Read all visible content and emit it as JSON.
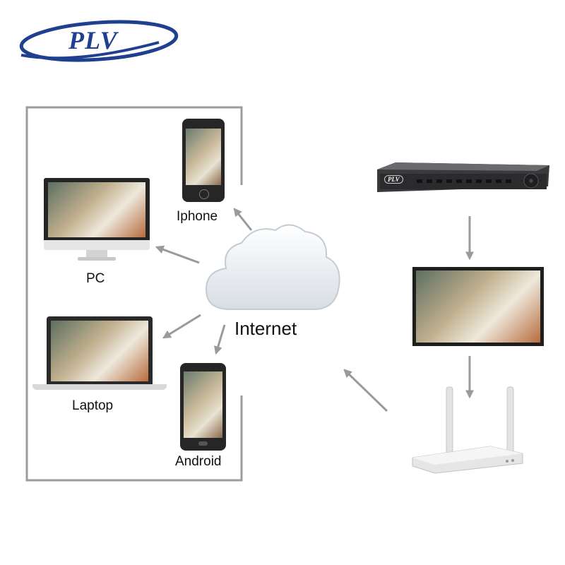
{
  "logo": {
    "text": "PLV",
    "color": "#1f3f8f"
  },
  "devices": {
    "iphone": "Iphone",
    "pc": "PC",
    "laptop": "Laptop",
    "android": "Android"
  },
  "internet": {
    "label": "Internet"
  },
  "dvr": {
    "badge": "PLV"
  },
  "colors": {
    "arrow": "#9a9a9a",
    "frame": "#9c9c9c",
    "device_dark": "#2b2b2b"
  }
}
